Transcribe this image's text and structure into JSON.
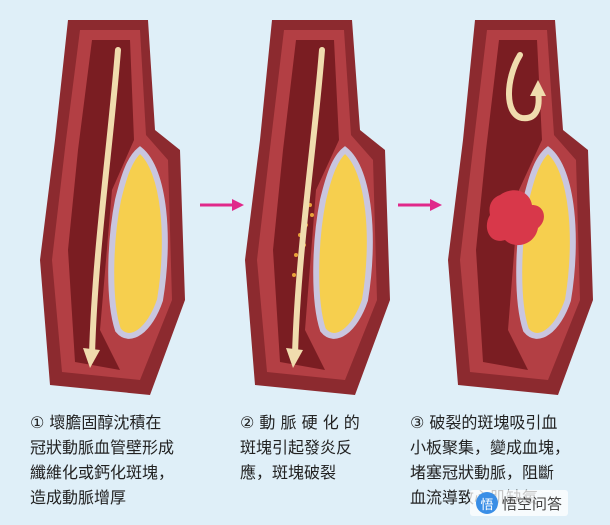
{
  "colors": {
    "background": "#dfeff8",
    "vessel_wall": "#8c2a2f",
    "vessel_inner": "#b33f44",
    "lumen": "#7a1d22",
    "intima": "#c9c6df",
    "plaque": "#f6cf4e",
    "flow_arrow": "#f0dcae",
    "clot": "#d8384a",
    "step_arrow": "#e0288a"
  },
  "captions": {
    "step1": "① 壞膽固醇沈積在\n冠狀動脈血管壁形成\n纖維化或鈣化斑塊，\n造成動脈增厚",
    "step2": "② 動 脈 硬 化 的\n斑塊引起發炎反\n應，斑塊破裂",
    "step3": "③ 破裂的斑塊吸引血\n小板聚集，變成血塊，\n堵塞冠狀動脈，阻斷\n血流導致心肌缺氧"
  },
  "watermark": {
    "icon": "chat-bubble-icon",
    "logo_glyph": "悟",
    "text": "悟空问答"
  }
}
